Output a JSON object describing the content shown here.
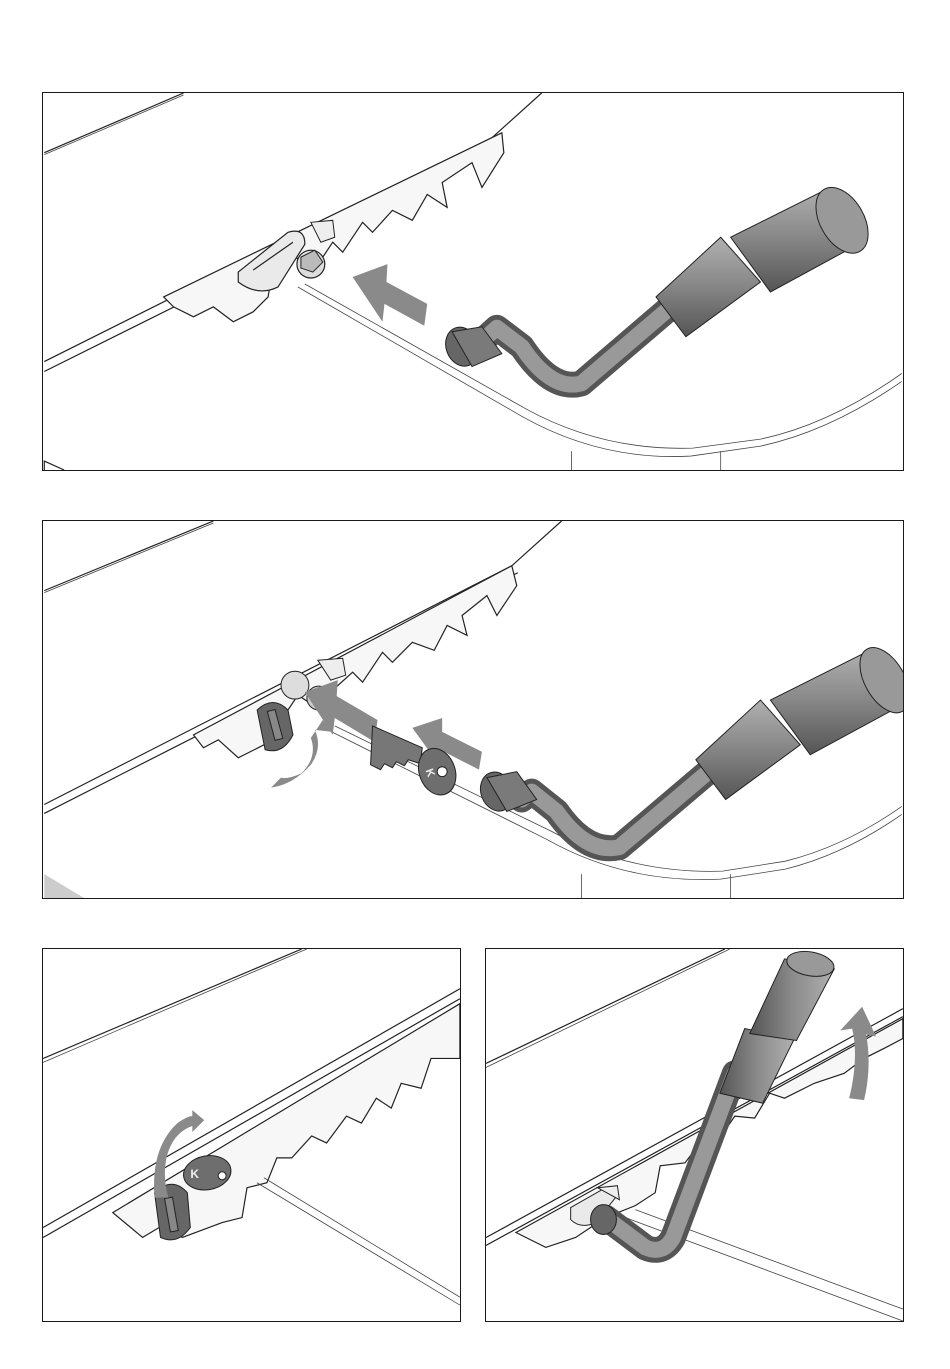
{
  "figure": {
    "panels": [
      {
        "id": "panel-1",
        "depicts": [
          "hood-lock",
          "crank-handle-tool",
          "insert-arrow"
        ]
      },
      {
        "id": "panel-2",
        "depicts": [
          "hood-lock",
          "lock-cover-flap",
          "key",
          "crank-handle-tool",
          "rotate-arrow",
          "insert-arrow"
        ]
      },
      {
        "id": "panel-3",
        "depicts": [
          "lock-cover-flap",
          "key",
          "rotate-arrow"
        ]
      },
      {
        "id": "panel-4",
        "depicts": [
          "crank-handle-tool",
          "hood-lock",
          "rotate-arrow"
        ]
      }
    ],
    "key_marking": "K",
    "colors": {
      "line": "#222222",
      "tool": "#8c8c8c",
      "tool_dark": "#5f5f5f",
      "arrow": "#8a8a8a",
      "background": "#ffffff"
    }
  }
}
